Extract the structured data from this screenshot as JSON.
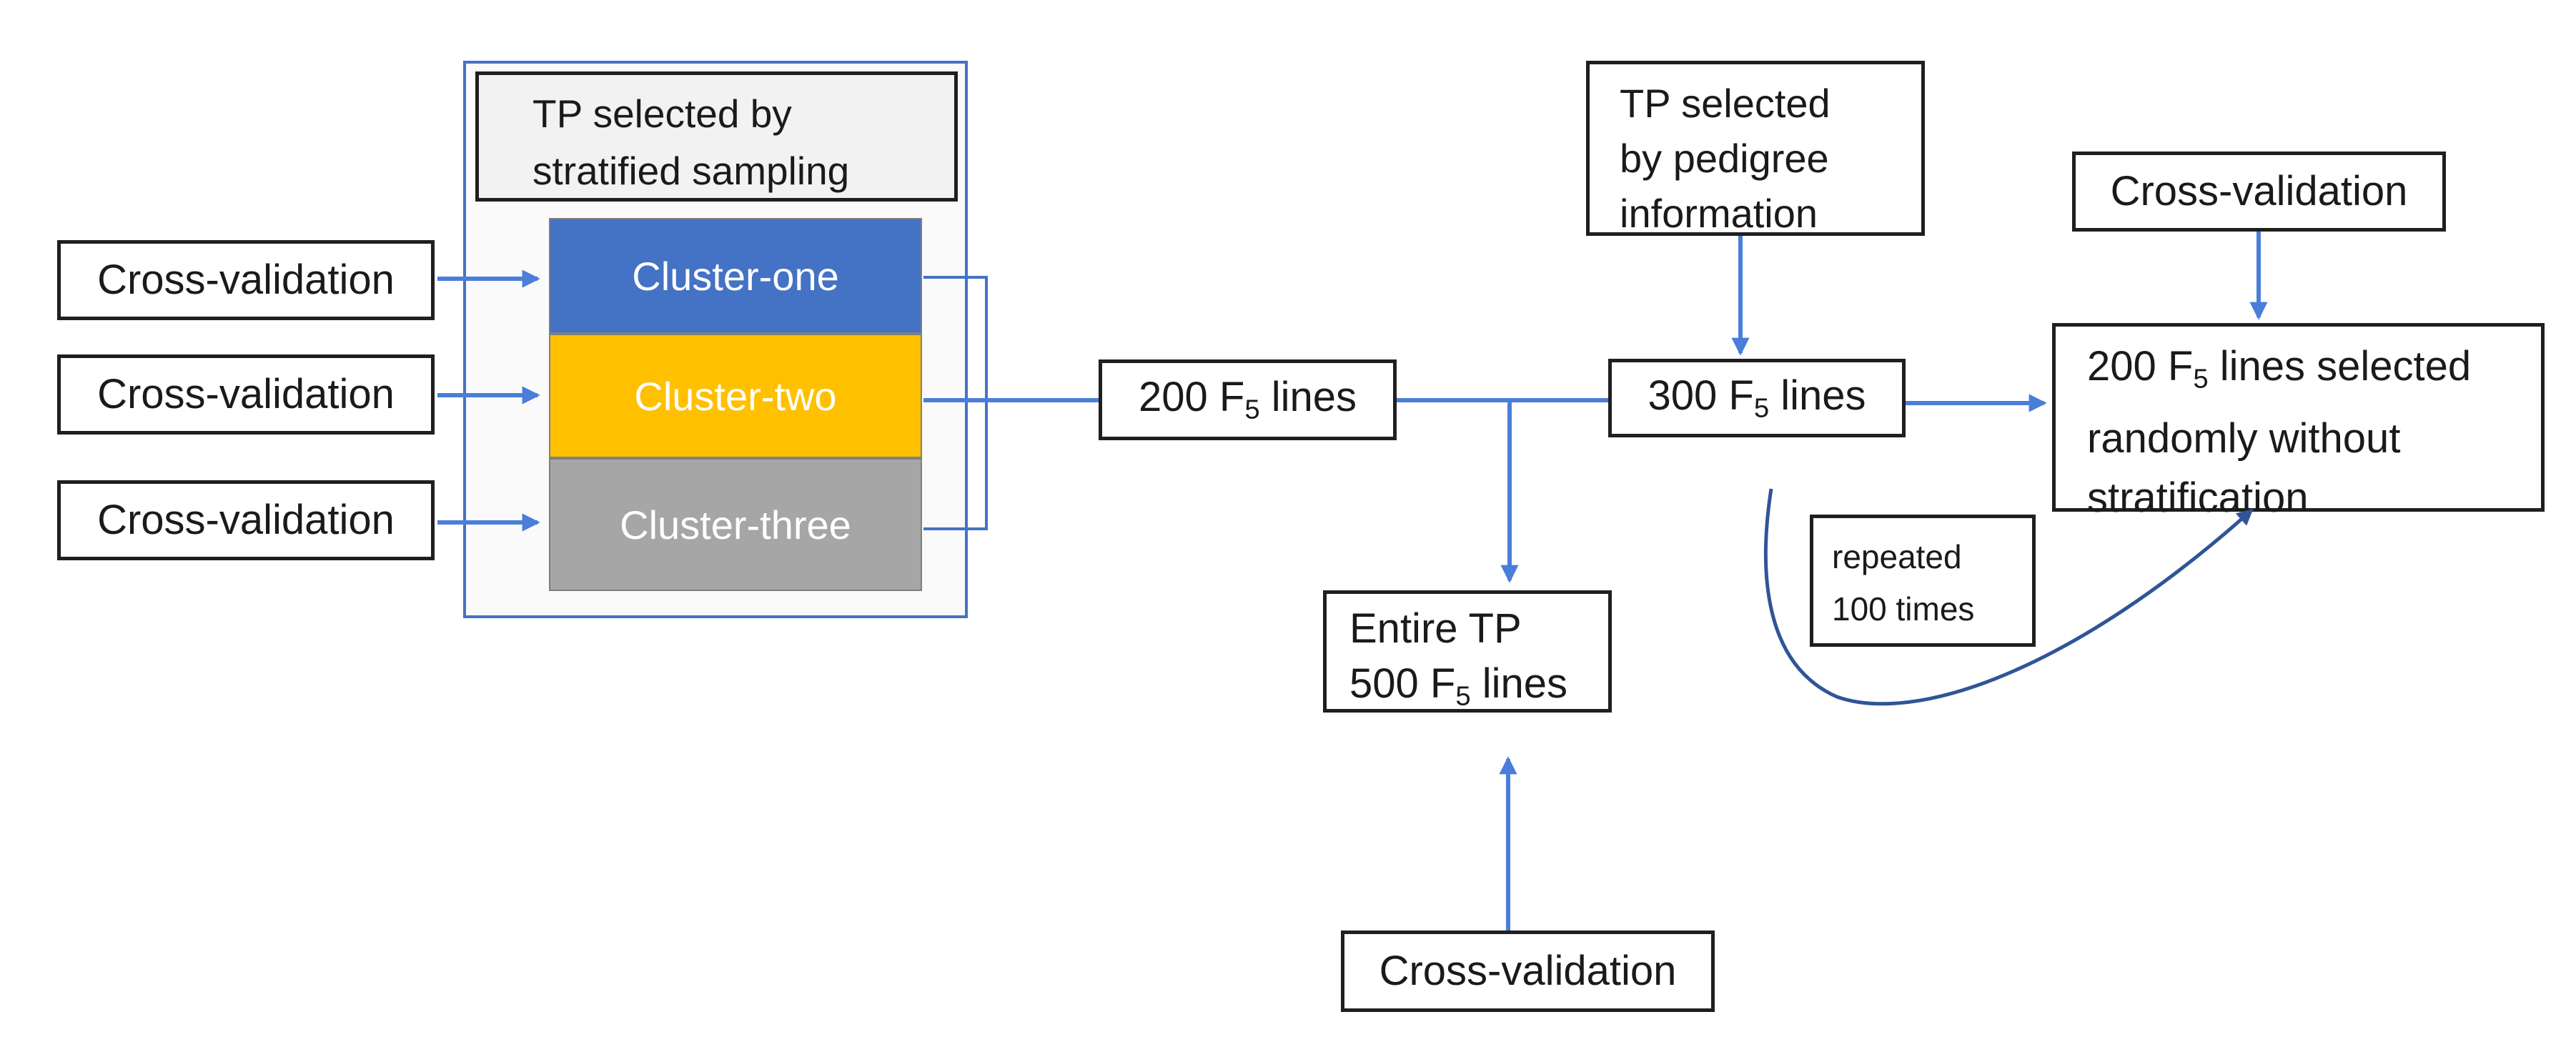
{
  "colors": {
    "arrow": "#4A7ED9",
    "structure_blue": "#4472C4",
    "curve_blue": "#2F5597",
    "cluster_one": "#4472C4",
    "cluster_two": "#FFC000",
    "cluster_three": "#A6A6A6",
    "box_border": "#1F1F1F",
    "group_fill": "#FAFAFA",
    "header_fill": "#F2F2F2",
    "text": "#1A1A1A"
  },
  "labels": {
    "cv_left": [
      "Cross-validation",
      "Cross-validation",
      "Cross-validation"
    ],
    "cv_top_right": "Cross-validation",
    "cv_bottom": "Cross-validation",
    "strat_header": {
      "line1": "TP selected by",
      "line2": "stratified sampling"
    },
    "clusters": [
      {
        "label": "Cluster-one"
      },
      {
        "label": "Cluster-two"
      },
      {
        "label": "Cluster-three"
      }
    ],
    "lines200": {
      "pre": "200 F",
      "sub": "5",
      "post": " lines"
    },
    "lines300": {
      "pre": "300 F",
      "sub": "5",
      "post": " lines"
    },
    "pedigree": {
      "line1": "TP selected",
      "line2": "by pedigree",
      "line3": "information"
    },
    "random": {
      "line1_pre": "200 F",
      "line1_sub": "5",
      "line1_post": " lines selected",
      "line2": "randomly without",
      "line3": "stratification"
    },
    "repeated": {
      "line1": "repeated",
      "line2": "100 times"
    },
    "entire": {
      "line1": "Entire TP",
      "line2_pre": "500 F",
      "line2_sub": "5",
      "line2_post": " lines"
    }
  }
}
